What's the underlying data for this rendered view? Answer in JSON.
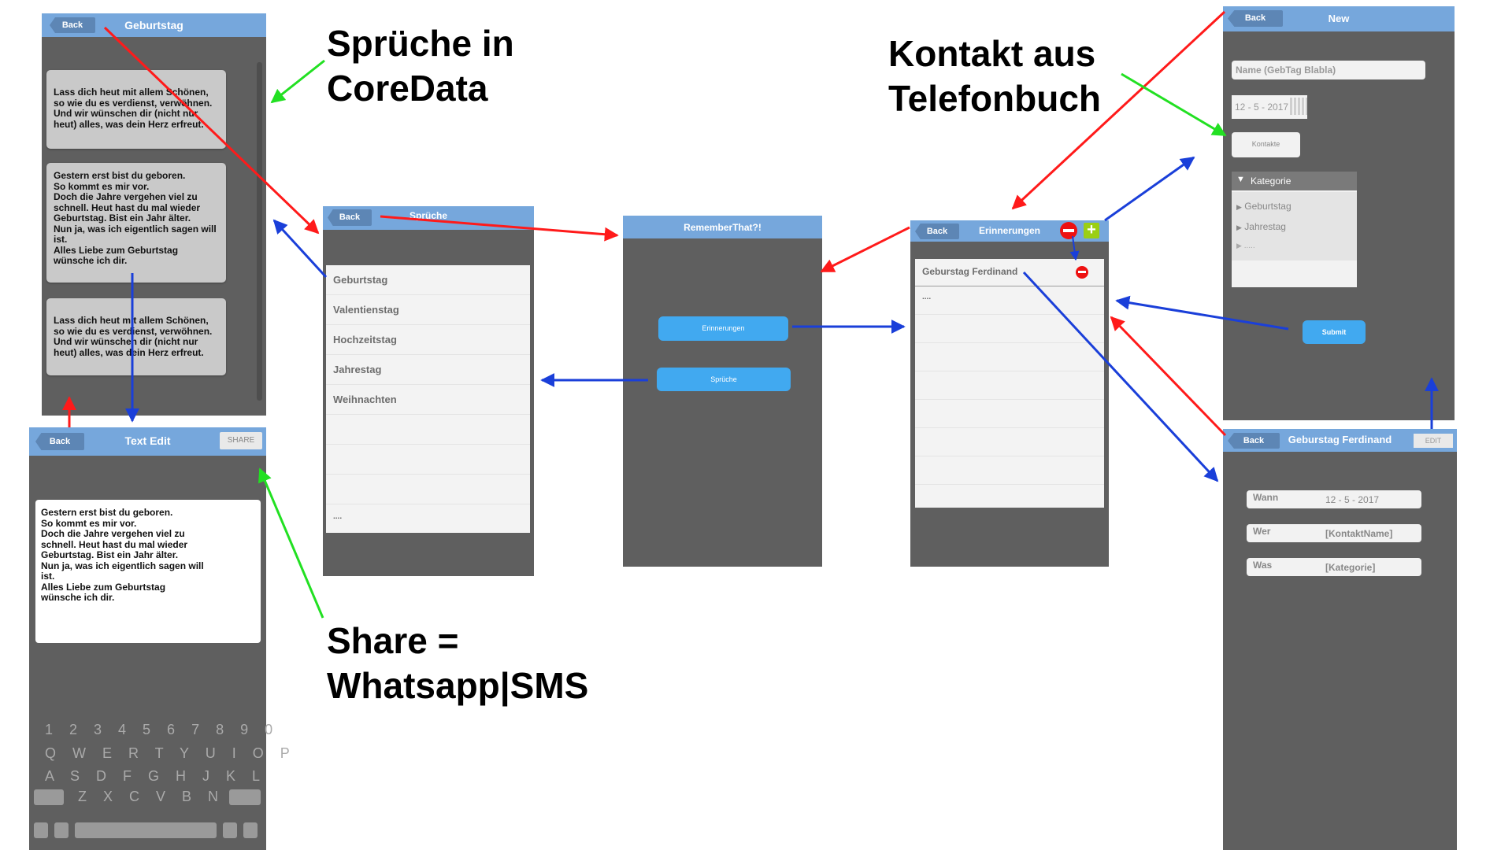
{
  "annotations": {
    "coredata_line1": "Sprüche in",
    "coredata_line2": "CoreData",
    "contacts_line1": "Kontakt aus",
    "contacts_line2": "Telefonbuch",
    "share_line1": "Share =",
    "share_line2": "Whatsapp|SMS"
  },
  "screens": {
    "geburtstag": {
      "back": "Back",
      "title": "Geburtstag",
      "sayings": [
        "Lass dich heut mit allem Schönen,\nso wie du es verdienst, verwöhnen.\nUnd wir wünschen dir (nicht nur\nheut) alles, was dein Herz erfreut.",
        "Gestern erst bist du geboren.\nSo kommt es mir vor.\nDoch die Jahre vergehen viel zu\nschnell. Heut hast du mal wieder\nGeburtstag. Bist ein Jahr älter.\nNun ja, was ich eigentlich sagen will\nist.\nAlles Liebe zum Geburtstag\nwünsche ich dir.",
        "Lass dich heut mit allem Schönen,\nso wie du es verdienst, verwöhnen.\nUnd wir wünschen dir (nicht nur\nheut) alles, was dein Herz erfreut."
      ]
    },
    "text_edit": {
      "back": "Back",
      "title": "Text Edit",
      "share": "SHARE",
      "body": "Gestern erst bist du geboren.\nSo kommt es mir vor.\nDoch die Jahre vergehen viel zu\nschnell. Heut hast du mal wieder\nGeburtstag. Bist ein Jahr älter.\nNun ja, was ich eigentlich sagen will\nist.\nAlles Liebe zum Geburtstag\nwünsche ich dir.",
      "keyboard": [
        "1 2 3 4 5 6 7 8 9 0",
        "Q W E R T Y U I O P",
        "A S D F G H J K L",
        "Z X C V B N M"
      ]
    },
    "sprueche": {
      "back": "Back",
      "title": "Sprüche",
      "items": [
        "Geburtstag",
        "Valentienstag",
        "Hochzeitstag",
        "Jahrestag",
        "Weihnachten",
        "",
        "",
        "",
        "...."
      ]
    },
    "home": {
      "title": "RememberThat?!",
      "btn_erinnerungen": "Erinnerungen",
      "btn_sprueche": "Sprüche"
    },
    "erinnerungen": {
      "back": "Back",
      "title": "Erinnerungen",
      "items": [
        "Geburstag Ferdinand",
        "....",
        "",
        "",
        "",
        "",
        "",
        ""
      ]
    },
    "new": {
      "back": "Back",
      "title": "New",
      "name_placeholder": "Name (GebTag Blabla)",
      "date_value": "12 - 5 - 2017",
      "kontakte": "Kontakte",
      "kategorie_header": "Kategorie",
      "kategorie_items": [
        "Geburtstag",
        "Jahrestag",
        "....."
      ],
      "submit": "Submit"
    },
    "detail": {
      "back": "Back",
      "title": "Geburstag Ferdinand",
      "edit": "EDIT",
      "fields": [
        {
          "label": "Wann",
          "value": "12 - 5 - 2017"
        },
        {
          "label": "Wer",
          "value": "[KontaktName]"
        },
        {
          "label": "Was",
          "value": "[Kategorie]"
        }
      ]
    }
  },
  "colors": {
    "phone_bg": "#5f5f5f",
    "header": "#76a7dc",
    "button": "#41a9f0",
    "arrow_red": "#ff1a1a",
    "arrow_blue": "#1a3fd9",
    "arrow_green": "#22e022"
  }
}
